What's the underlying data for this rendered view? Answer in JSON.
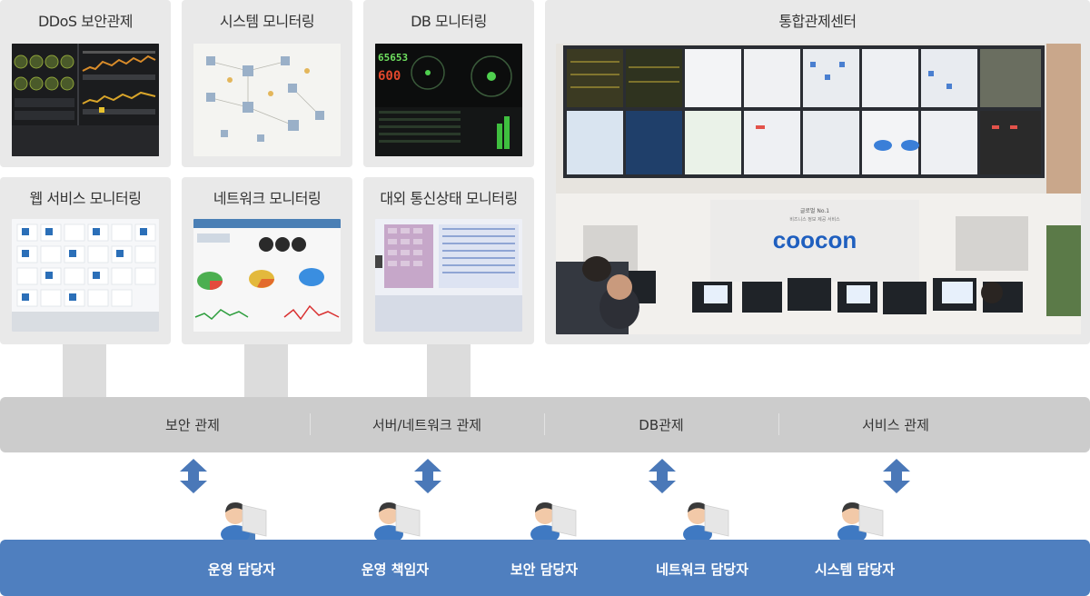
{
  "panels": {
    "ddos": "DDoS 보안관제",
    "system": "시스템 모니터링",
    "db": "DB 모니터링",
    "center": "통합관제센터",
    "web": "웹 서비스 모니터링",
    "network": "네트워크 모니터링",
    "external": "대외 통신상태 모니터링"
  },
  "db_screen": {
    "counter_a": "65653",
    "counter_b": "600"
  },
  "center_sign": {
    "line1": "글로벌 No.1",
    "line2": "비즈니스 정보 제공 서비스",
    "logo": "coocon"
  },
  "layers": [
    "보안 관제",
    "서버/네트워크 관제",
    "DB관제",
    "서비스 관제"
  ],
  "roles": [
    "운영 담당자",
    "운영 책임자",
    "보안 담당자",
    "네트워크 담당자",
    "시스템 담당자"
  ],
  "colors": {
    "panel_bg": "#e9e9e9",
    "layer_bar": "#cccccc",
    "role_bar": "#4f7fbf",
    "arrow": "#4a78b8"
  },
  "icons": {
    "arrow": "double-arrow-icon",
    "person": "operator-icon"
  }
}
